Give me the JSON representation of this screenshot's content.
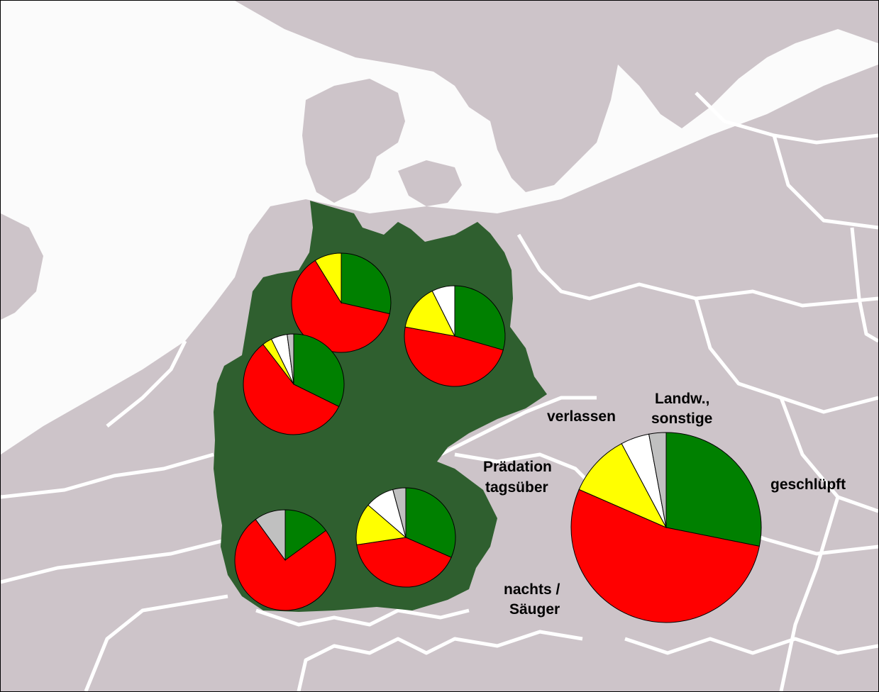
{
  "colors": {
    "water": "#fbfbfb",
    "land": "#cdc4c9",
    "border": "#ffffff",
    "germany": "#2f5f2f"
  },
  "chart_data": {
    "type": "pie",
    "categories": [
      "geschlüpft",
      "nachts / Säuger",
      "Prädation tagsüber",
      "verlassen",
      "Landw., sonstige"
    ],
    "colors": [
      "#008000",
      "#ff0000",
      "#ffff00",
      "#ffffff",
      "#c0c0c0"
    ],
    "pies": [
      {
        "id": "north-west",
        "values": [
          26,
          57,
          8,
          0,
          0
        ]
      },
      {
        "id": "north-east",
        "values": [
          28,
          46,
          14,
          7,
          0
        ]
      },
      {
        "id": "west",
        "values": [
          31,
          55,
          3,
          5,
          2
        ]
      },
      {
        "id": "south-west",
        "values": [
          15,
          75,
          0,
          0,
          10
        ]
      },
      {
        "id": "south",
        "values": [
          30,
          39,
          13,
          9,
          4
        ]
      },
      {
        "id": "legend-total",
        "values": [
          29,
          55,
          11,
          5,
          3
        ]
      }
    ]
  },
  "labels": {
    "verlassen": "verlassen",
    "landw_line1": "Landw.,",
    "landw_line2": "sonstige",
    "praedation_line1": "Prädation",
    "praedation_line2": "tagsüber",
    "geschluepft": "geschlüpft",
    "nachts_line1": "nachts /",
    "nachts_line2": "Säuger"
  }
}
